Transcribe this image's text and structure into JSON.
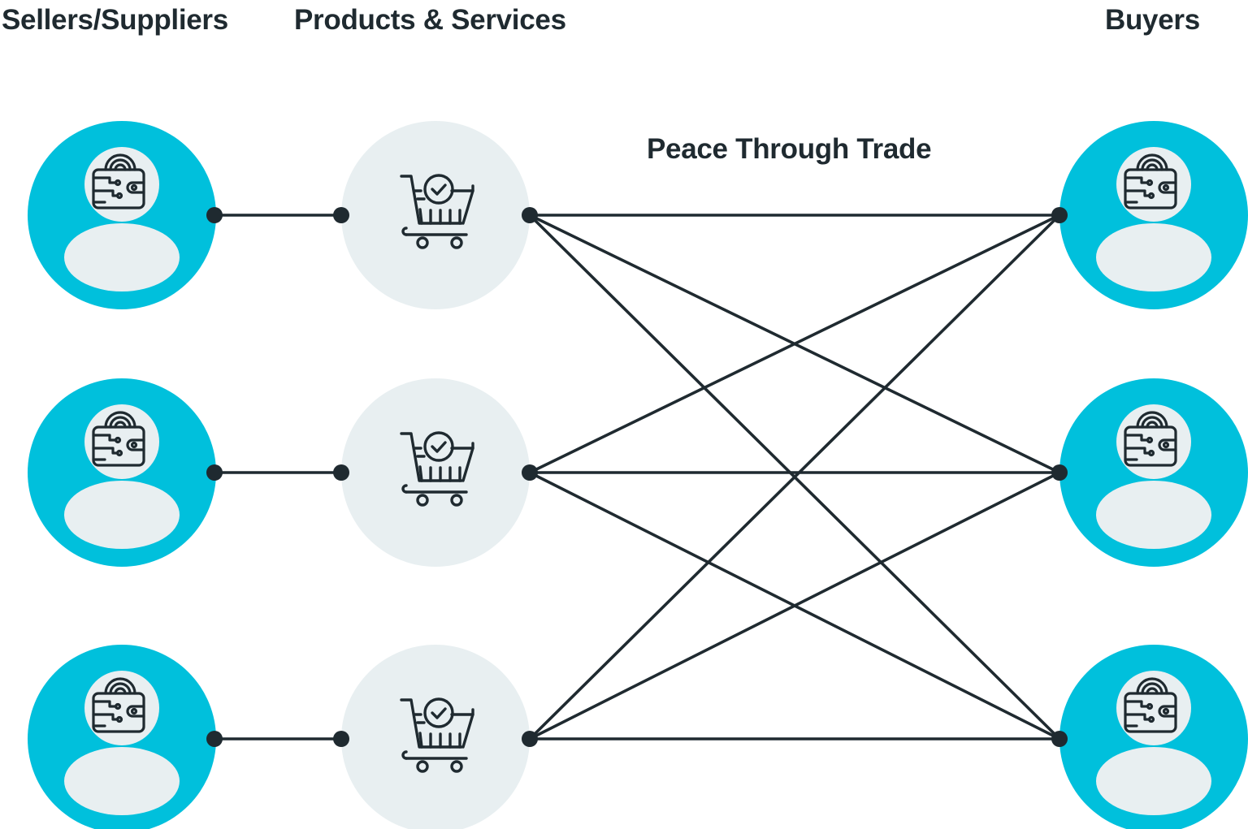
{
  "headers": {
    "sellers": "Sellers/Suppliers",
    "products": "Products & Services",
    "buyers": "Buyers",
    "center": "Peace Through Trade"
  },
  "colors": {
    "person_fill": "#00c0dc",
    "person_inner": "#e8eff1",
    "product_fill": "#e8eff1",
    "line": "#1f2a30",
    "text": "#1f2a30"
  },
  "icons": {
    "seller": "wallet-icon",
    "product": "shopping-cart-check-icon",
    "buyer": "wallet-icon"
  },
  "nodes": {
    "sellers": [
      "seller-1",
      "seller-2",
      "seller-3"
    ],
    "products": [
      "product-1",
      "product-2",
      "product-3"
    ],
    "buyers": [
      "buyer-1",
      "buyer-2",
      "buyer-3"
    ]
  },
  "edges": [
    {
      "from": "seller-1",
      "to": "product-1"
    },
    {
      "from": "seller-2",
      "to": "product-2"
    },
    {
      "from": "seller-3",
      "to": "product-3"
    },
    {
      "from": "product-1",
      "to": "buyer-1"
    },
    {
      "from": "product-1",
      "to": "buyer-2"
    },
    {
      "from": "product-1",
      "to": "buyer-3"
    },
    {
      "from": "product-2",
      "to": "buyer-1"
    },
    {
      "from": "product-2",
      "to": "buyer-2"
    },
    {
      "from": "product-2",
      "to": "buyer-3"
    },
    {
      "from": "product-3",
      "to": "buyer-1"
    },
    {
      "from": "product-3",
      "to": "buyer-2"
    },
    {
      "from": "product-3",
      "to": "buyer-3"
    }
  ]
}
